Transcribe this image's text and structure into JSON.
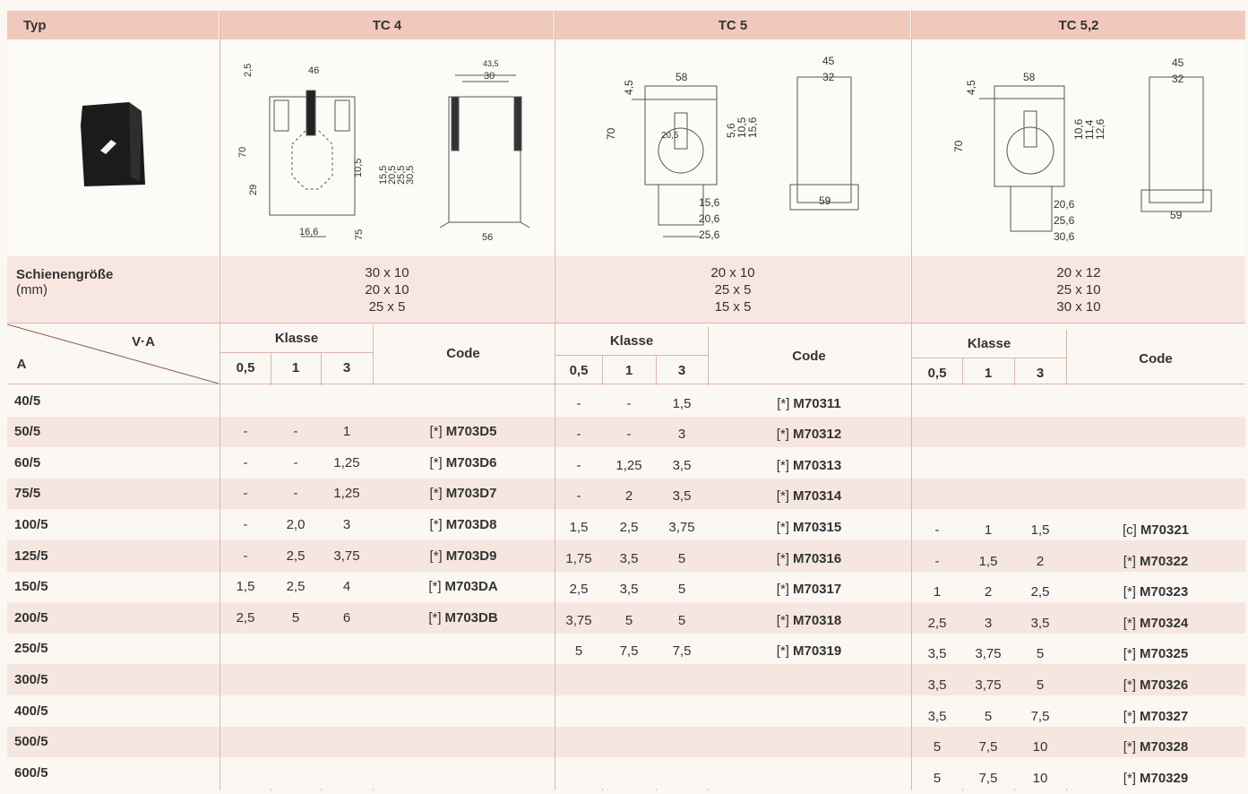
{
  "header": {
    "typ": "Typ",
    "types": [
      "TC 4",
      "TC 5",
      "TC 5,2"
    ]
  },
  "drawings": {
    "tc4": {
      "front": [
        "2,5",
        "46",
        "70",
        "29",
        "10,5",
        "15,5",
        "20,5",
        "25,5",
        "30,5",
        "16,6",
        "75"
      ],
      "side": [
        "43,5",
        "30",
        "56"
      ]
    },
    "tc5": {
      "front": [
        "4,5",
        "58",
        "70",
        "5,6",
        "10,5",
        "15,6",
        "20,5",
        "15,6",
        "20,6",
        "25,6"
      ],
      "side": [
        "45",
        "32",
        "59"
      ]
    },
    "tc52": {
      "front": [
        "4,5",
        "58",
        "70",
        "10,6",
        "11,4",
        "12,6",
        "20,6",
        "25,6",
        "30,6"
      ],
      "side": [
        "45",
        "32",
        "59"
      ]
    }
  },
  "bar_size": {
    "label": "Schienengröße",
    "unit": "(mm)",
    "tc4": [
      "30 x 10",
      "20 x 10",
      "25 x 5"
    ],
    "tc5": [
      "20 x 10",
      "25 x 5",
      "15 x 5"
    ],
    "tc52": [
      "20 x 12",
      "25 x 10",
      "30 x 10"
    ]
  },
  "table_header": {
    "va": "V·A",
    "a": "A",
    "klasse": "Klasse",
    "code": "Code",
    "classes": [
      "0,5",
      "1",
      "3"
    ]
  },
  "rows": [
    {
      "a": "40/5",
      "tc4": [
        "",
        "",
        "",
        "",
        ""
      ],
      "tc5": [
        "-",
        "-",
        "1,5",
        "[*]",
        "M70311"
      ],
      "tc52": [
        "",
        "",
        "",
        "",
        ""
      ]
    },
    {
      "a": "50/5",
      "tc4": [
        "-",
        "-",
        "1",
        "[*]",
        "M703D5"
      ],
      "tc5": [
        "-",
        "-",
        "3",
        "[*]",
        "M70312"
      ],
      "tc52": [
        "",
        "",
        "",
        "",
        ""
      ]
    },
    {
      "a": "60/5",
      "tc4": [
        "-",
        "-",
        "1,25",
        "[*]",
        "M703D6"
      ],
      "tc5": [
        "-",
        "1,25",
        "3,5",
        "[*]",
        "M70313"
      ],
      "tc52": [
        "",
        "",
        "",
        "",
        ""
      ]
    },
    {
      "a": "75/5",
      "tc4": [
        "-",
        "-",
        "1,25",
        "[*]",
        "M703D7"
      ],
      "tc5": [
        "-",
        "2",
        "3,5",
        "[*]",
        "M70314"
      ],
      "tc52": [
        "",
        "",
        "",
        "",
        ""
      ]
    },
    {
      "a": "100/5",
      "tc4": [
        "-",
        "2,0",
        "3",
        "[*]",
        "M703D8"
      ],
      "tc5": [
        "1,5",
        "2,5",
        "3,75",
        "[*]",
        "M70315"
      ],
      "tc52": [
        "-",
        "1",
        "1,5",
        "[c]",
        "M70321"
      ]
    },
    {
      "a": "125/5",
      "tc4": [
        "-",
        "2,5",
        "3,75",
        "[*]",
        "M703D9"
      ],
      "tc5": [
        "1,75",
        "3,5",
        "5",
        "[*]",
        "M70316"
      ],
      "tc52": [
        "-",
        "1,5",
        "2",
        "[*]",
        "M70322"
      ]
    },
    {
      "a": "150/5",
      "tc4": [
        "1,5",
        "2,5",
        "4",
        "[*]",
        "M703DA"
      ],
      "tc5": [
        "2,5",
        "3,5",
        "5",
        "[*]",
        "M70317"
      ],
      "tc52": [
        "1",
        "2",
        "2,5",
        "[*]",
        "M70323"
      ]
    },
    {
      "a": "200/5",
      "tc4": [
        "2,5",
        "5",
        "6",
        "[*]",
        "M703DB"
      ],
      "tc5": [
        "3,75",
        "5",
        "5",
        "[*]",
        "M70318"
      ],
      "tc52": [
        "2,5",
        "3",
        "3,5",
        "[*]",
        "M70324"
      ]
    },
    {
      "a": "250/5",
      "tc4": [
        "",
        "",
        "",
        "",
        ""
      ],
      "tc5": [
        "5",
        "7,5",
        "7,5",
        "[*]",
        "M70319"
      ],
      "tc52": [
        "3,5",
        "3,75",
        "5",
        "[*]",
        "M70325"
      ]
    },
    {
      "a": "300/5",
      "tc4": [
        "",
        "",
        "",
        "",
        ""
      ],
      "tc5": [
        "",
        "",
        "",
        "",
        ""
      ],
      "tc52": [
        "3,5",
        "3,75",
        "5",
        "[*]",
        "M70326"
      ]
    },
    {
      "a": "400/5",
      "tc4": [
        "",
        "",
        "",
        "",
        ""
      ],
      "tc5": [
        "",
        "",
        "",
        "",
        ""
      ],
      "tc52": [
        "3,5",
        "5",
        "7,5",
        "[*]",
        "M70327"
      ]
    },
    {
      "a": "500/5",
      "tc4": [
        "",
        "",
        "",
        "",
        ""
      ],
      "tc5": [
        "",
        "",
        "",
        "",
        ""
      ],
      "tc52": [
        "5",
        "7,5",
        "10",
        "[*]",
        "M70328"
      ]
    },
    {
      "a": "600/5",
      "tc4": [
        "",
        "",
        "",
        "",
        ""
      ],
      "tc5": [
        "",
        "",
        "",
        "",
        ""
      ],
      "tc52": [
        "5",
        "7,5",
        "10",
        "[*]",
        "M70329"
      ]
    }
  ],
  "colors": {
    "header_bg": "#f1c9bc",
    "band_bg": "#f8e7e1",
    "row_alt_bg": "#f6e6e0",
    "paper_bg": "#fbf7f3",
    "line": "#d8b8ae"
  }
}
